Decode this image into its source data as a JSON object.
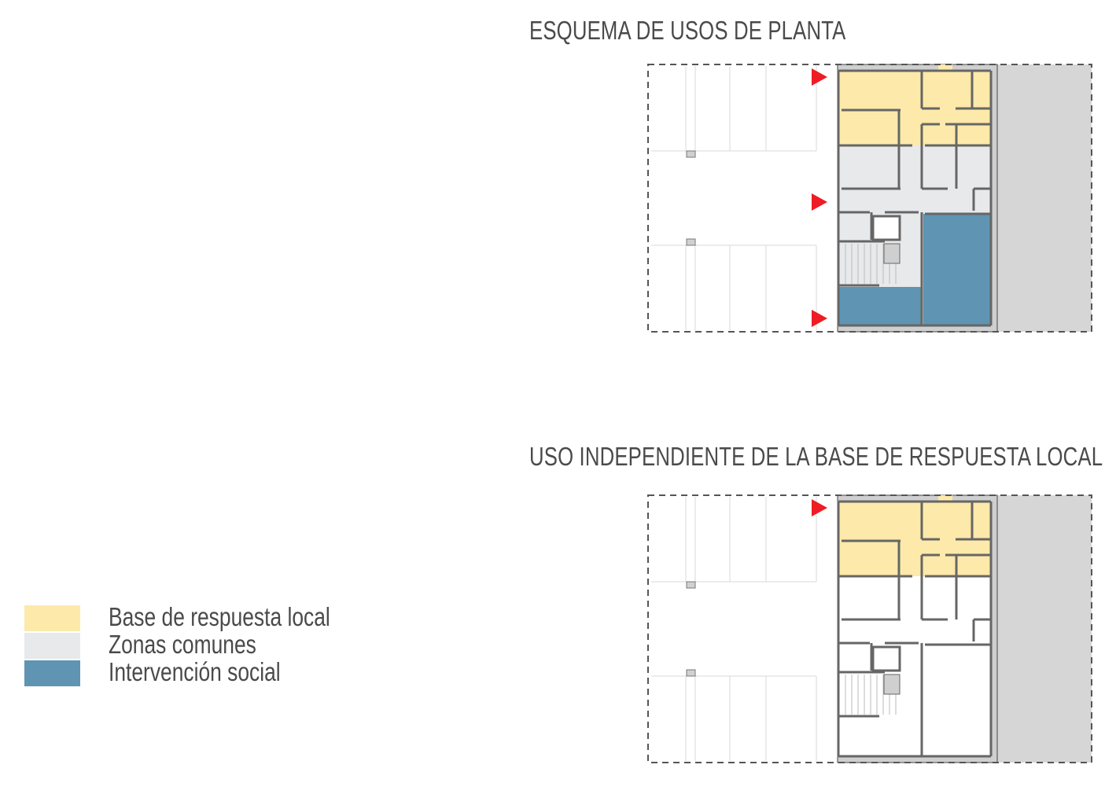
{
  "diagrams": [
    {
      "title": "ESQUEMA DE USOS DE PLANTA",
      "mode": "all-uses",
      "entrances": 3
    },
    {
      "title": "USO INDEPENDIENTE DE LA BASE DE RESPUESTA LOCAL",
      "mode": "local-base-only",
      "entrances": 1
    }
  ],
  "legend": [
    {
      "label": "Base de respuesta local",
      "color": "#fde9a9"
    },
    {
      "label": "Zonas comunes",
      "color": "#e8e9eb"
    },
    {
      "label": "Intervención social",
      "color": "#5f94b3"
    }
  ],
  "colors": {
    "entrance_arrow": "#ee1c24",
    "wall": "#666666",
    "wall_fill": "#cfcfcf",
    "neighbor": "#d6d6d6",
    "dash": "#555555"
  }
}
